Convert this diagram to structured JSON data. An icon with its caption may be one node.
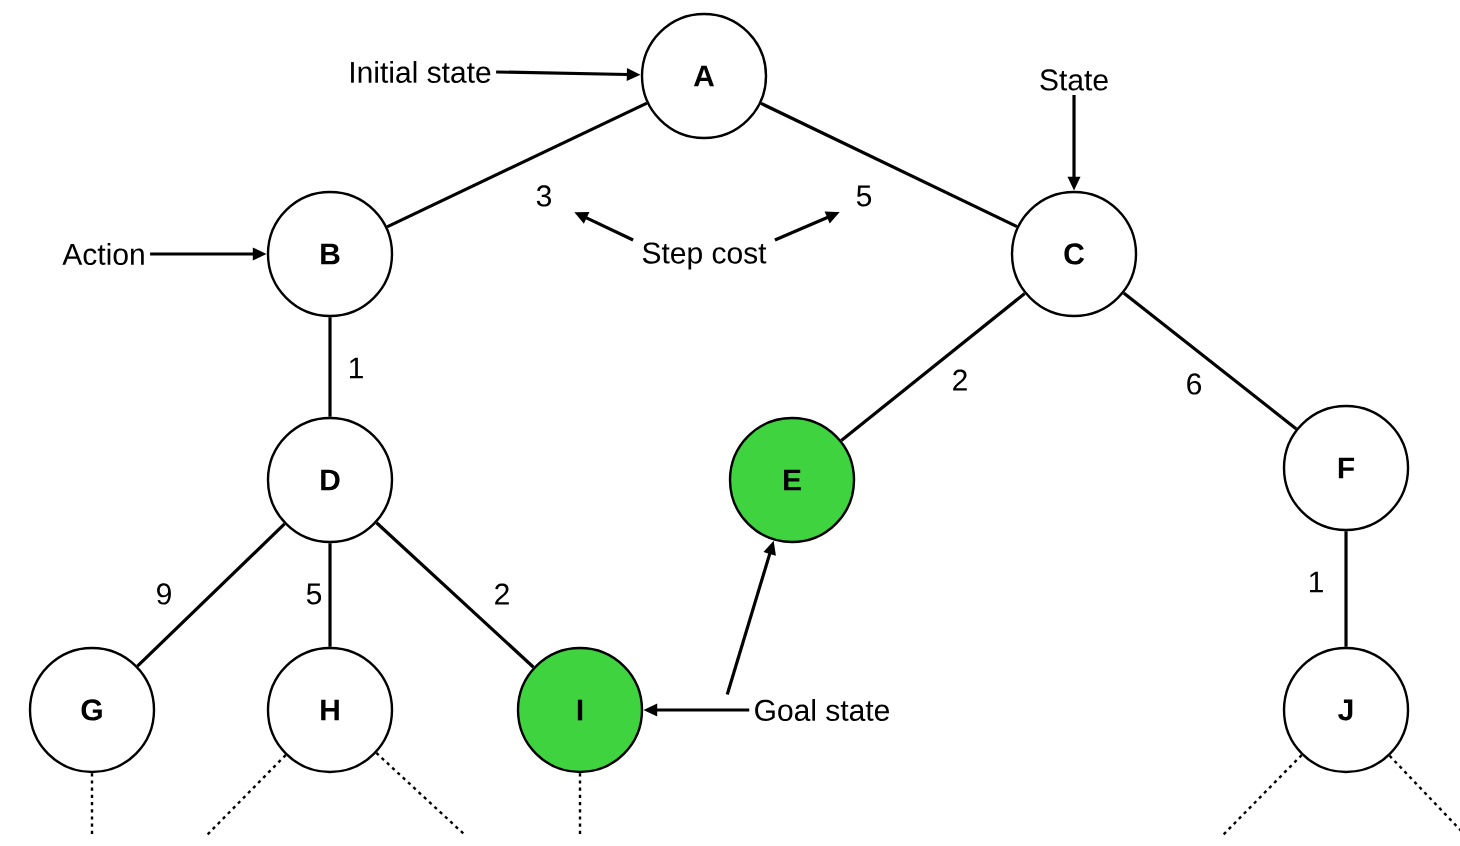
{
  "diagram": {
    "nodes": [
      {
        "text": [
          "A"
        ]
      },
      {
        "text": [
          "B"
        ]
      },
      {
        "text": [
          "C"
        ]
      },
      {
        "text": [
          "D"
        ]
      },
      {
        "text": [
          "E"
        ]
      },
      {
        "text": [
          "F"
        ]
      },
      {
        "text": [
          "G"
        ]
      },
      {
        "text": [
          "H"
        ]
      },
      {
        "text": [
          "I"
        ]
      },
      {
        "text": [
          "J"
        ]
      },
      {
        "text": [
          "Initial state"
        ]
      },
      {
        "text": [
          "Action"
        ]
      },
      {
        "text": [
          "State"
        ]
      },
      {
        "text": [
          "Step cost"
        ]
      },
      {
        "text": [
          "Goal state"
        ]
      }
    ],
    "edges": [
      {
        "from": 0,
        "to": 1,
        "arrow": "none",
        "label": "3"
      },
      {
        "from": 0,
        "to": 2,
        "arrow": "none",
        "label": "5"
      },
      {
        "from": 1,
        "to": 3,
        "arrow": "none",
        "label": "1"
      },
      {
        "from": 2,
        "to": 4,
        "arrow": "none",
        "label": "2"
      },
      {
        "from": 2,
        "to": 5,
        "arrow": "none",
        "label": "6"
      },
      {
        "from": 3,
        "to": 6,
        "arrow": "none",
        "label": "9"
      },
      {
        "from": 3,
        "to": 7,
        "arrow": "none",
        "label": "5"
      },
      {
        "from": 3,
        "to": 8,
        "arrow": "none",
        "label": "2"
      },
      {
        "from": 5,
        "to": 9,
        "arrow": "none",
        "label": "1"
      },
      {
        "from": 10,
        "to": 0,
        "arrow": "to"
      },
      {
        "from": 11,
        "to": 1,
        "arrow": "to"
      },
      {
        "from": 12,
        "to": 2,
        "arrow": "to"
      },
      {
        "from": 13,
        "to": null,
        "arrow": "to"
      },
      {
        "from": 13,
        "to": null,
        "arrow": "to"
      },
      {
        "from": 14,
        "to": 8,
        "arrow": "to"
      },
      {
        "from": 14,
        "to": 4,
        "arrow": "to"
      },
      {
        "from": 6,
        "to": null,
        "arrow": "none",
        "style": "dashed"
      },
      {
        "from": 7,
        "to": null,
        "arrow": "none",
        "style": "dashed"
      },
      {
        "from": 7,
        "to": null,
        "arrow": "none",
        "style": "dashed"
      },
      {
        "from": 8,
        "to": null,
        "arrow": "none",
        "style": "dashed"
      },
      {
        "from": 9,
        "to": null,
        "arrow": "none",
        "style": "dashed"
      },
      {
        "from": 9,
        "to": null,
        "arrow": "none",
        "style": "dashed"
      }
    ]
  }
}
